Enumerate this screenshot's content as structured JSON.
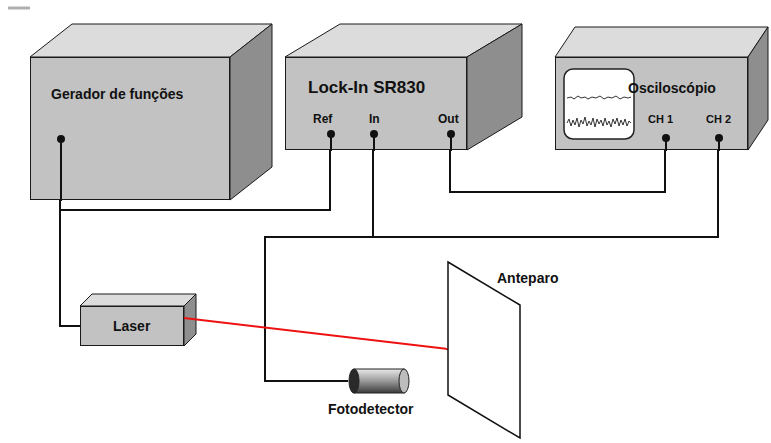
{
  "diagram": {
    "nodes": [
      {
        "text": [
          "Gerador de funções"
        ]
      },
      {
        "text": [
          "Lock-In SR830",
          "Ref",
          "In",
          "Out"
        ]
      },
      {
        "text": [
          "Osciloscópio",
          "CH 1",
          "CH 2"
        ]
      },
      {
        "text": [
          "Laser"
        ]
      },
      {
        "text": [
          "Anteparo"
        ]
      },
      {
        "text": [
          "Fotodetector"
        ]
      }
    ],
    "edges": [
      {
        "from": 0,
        "to": 1,
        "arrow": "none"
      },
      {
        "from": 0,
        "to": 3,
        "arrow": "none"
      },
      {
        "from": 1,
        "to": 2,
        "arrow": "none"
      },
      {
        "from": 5,
        "to": 1,
        "arrow": "none"
      },
      {
        "from": 5,
        "to": 2,
        "arrow": "none"
      },
      {
        "from": 3,
        "to": 4,
        "arrow": "none"
      }
    ]
  }
}
